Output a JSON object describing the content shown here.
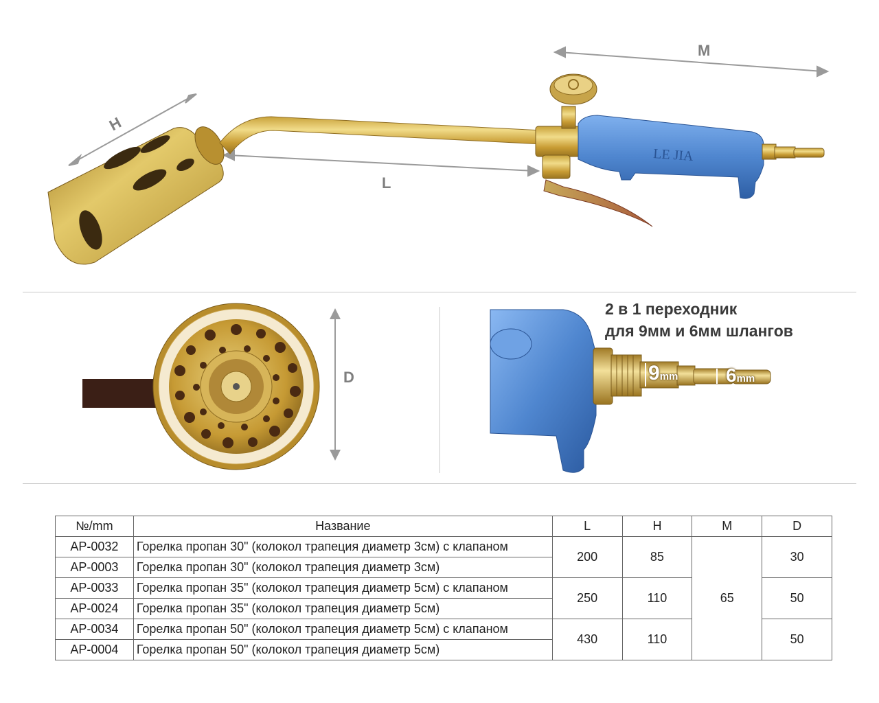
{
  "dimensions": {
    "h": "H",
    "l": "L",
    "m": "M",
    "d": "D"
  },
  "adapter": {
    "title_line1": "2 в 1 переходник",
    "title_line2": "для 9мм и 6мм шлангов",
    "size_9": "9",
    "size_6": "6",
    "unit": "mm"
  },
  "torch_logo": "LE JIA",
  "colors": {
    "brass": "#d8b24a",
    "handle_blue": "#4f86cf",
    "arrow_gray": "#9a9a9a"
  },
  "table": {
    "headers": [
      "№/mm",
      "Название",
      "L",
      "H",
      "M",
      "D"
    ],
    "rows": [
      {
        "code": "AP-0032",
        "name": "Горелка пропан 30\" (колокол трапеция диаметр 3см) с клапаном"
      },
      {
        "code": "AP-0003",
        "name": "Горелка пропан 30\" (колокол трапеция диаметр 3см)"
      },
      {
        "code": "AP-0033",
        "name": "Горелка пропан 35\" (колокол трапеция диаметр 5см) с клапаном"
      },
      {
        "code": "AP-0024",
        "name": "Горелка пропан 35\" (колокол трапеция диаметр 5см)"
      },
      {
        "code": "AP-0034",
        "name": "Горелка пропан 50\" (колокол трапеция диаметр 5см) с клапаном"
      },
      {
        "code": "AP-0004",
        "name": "Горелка пропан 50\" (колокол трапеция диаметр 5см)"
      }
    ],
    "groups": [
      {
        "L": "200",
        "H": "85",
        "D": "30"
      },
      {
        "L": "250",
        "H": "110",
        "D": "50"
      },
      {
        "L": "430",
        "H": "110",
        "D": "50"
      }
    ],
    "M": "65"
  }
}
